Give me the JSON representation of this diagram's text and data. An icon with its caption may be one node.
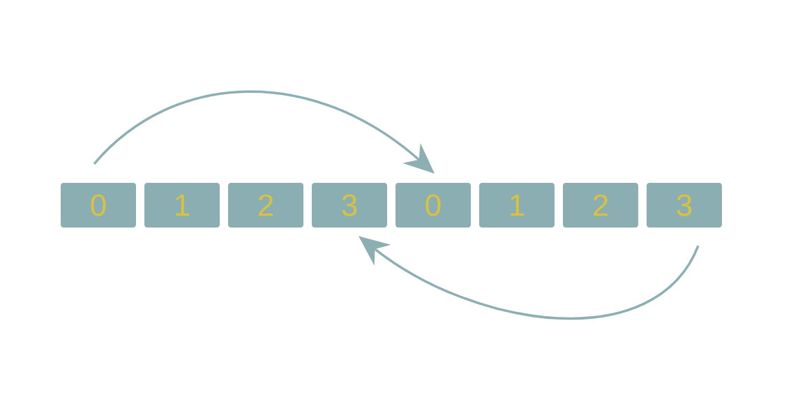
{
  "diagram": {
    "nodes": [
      {
        "text": [
          "0"
        ]
      },
      {
        "text": [
          "1"
        ]
      },
      {
        "text": [
          "2"
        ]
      },
      {
        "text": [
          "3"
        ]
      },
      {
        "text": [
          "0"
        ]
      },
      {
        "text": [
          "1"
        ]
      },
      {
        "text": [
          "2"
        ]
      },
      {
        "text": [
          "3"
        ]
      }
    ],
    "edges": [
      {
        "from": 0,
        "to": 4,
        "arrow": "to"
      },
      {
        "from": 7,
        "to": 3,
        "arrow": "to"
      }
    ]
  }
}
